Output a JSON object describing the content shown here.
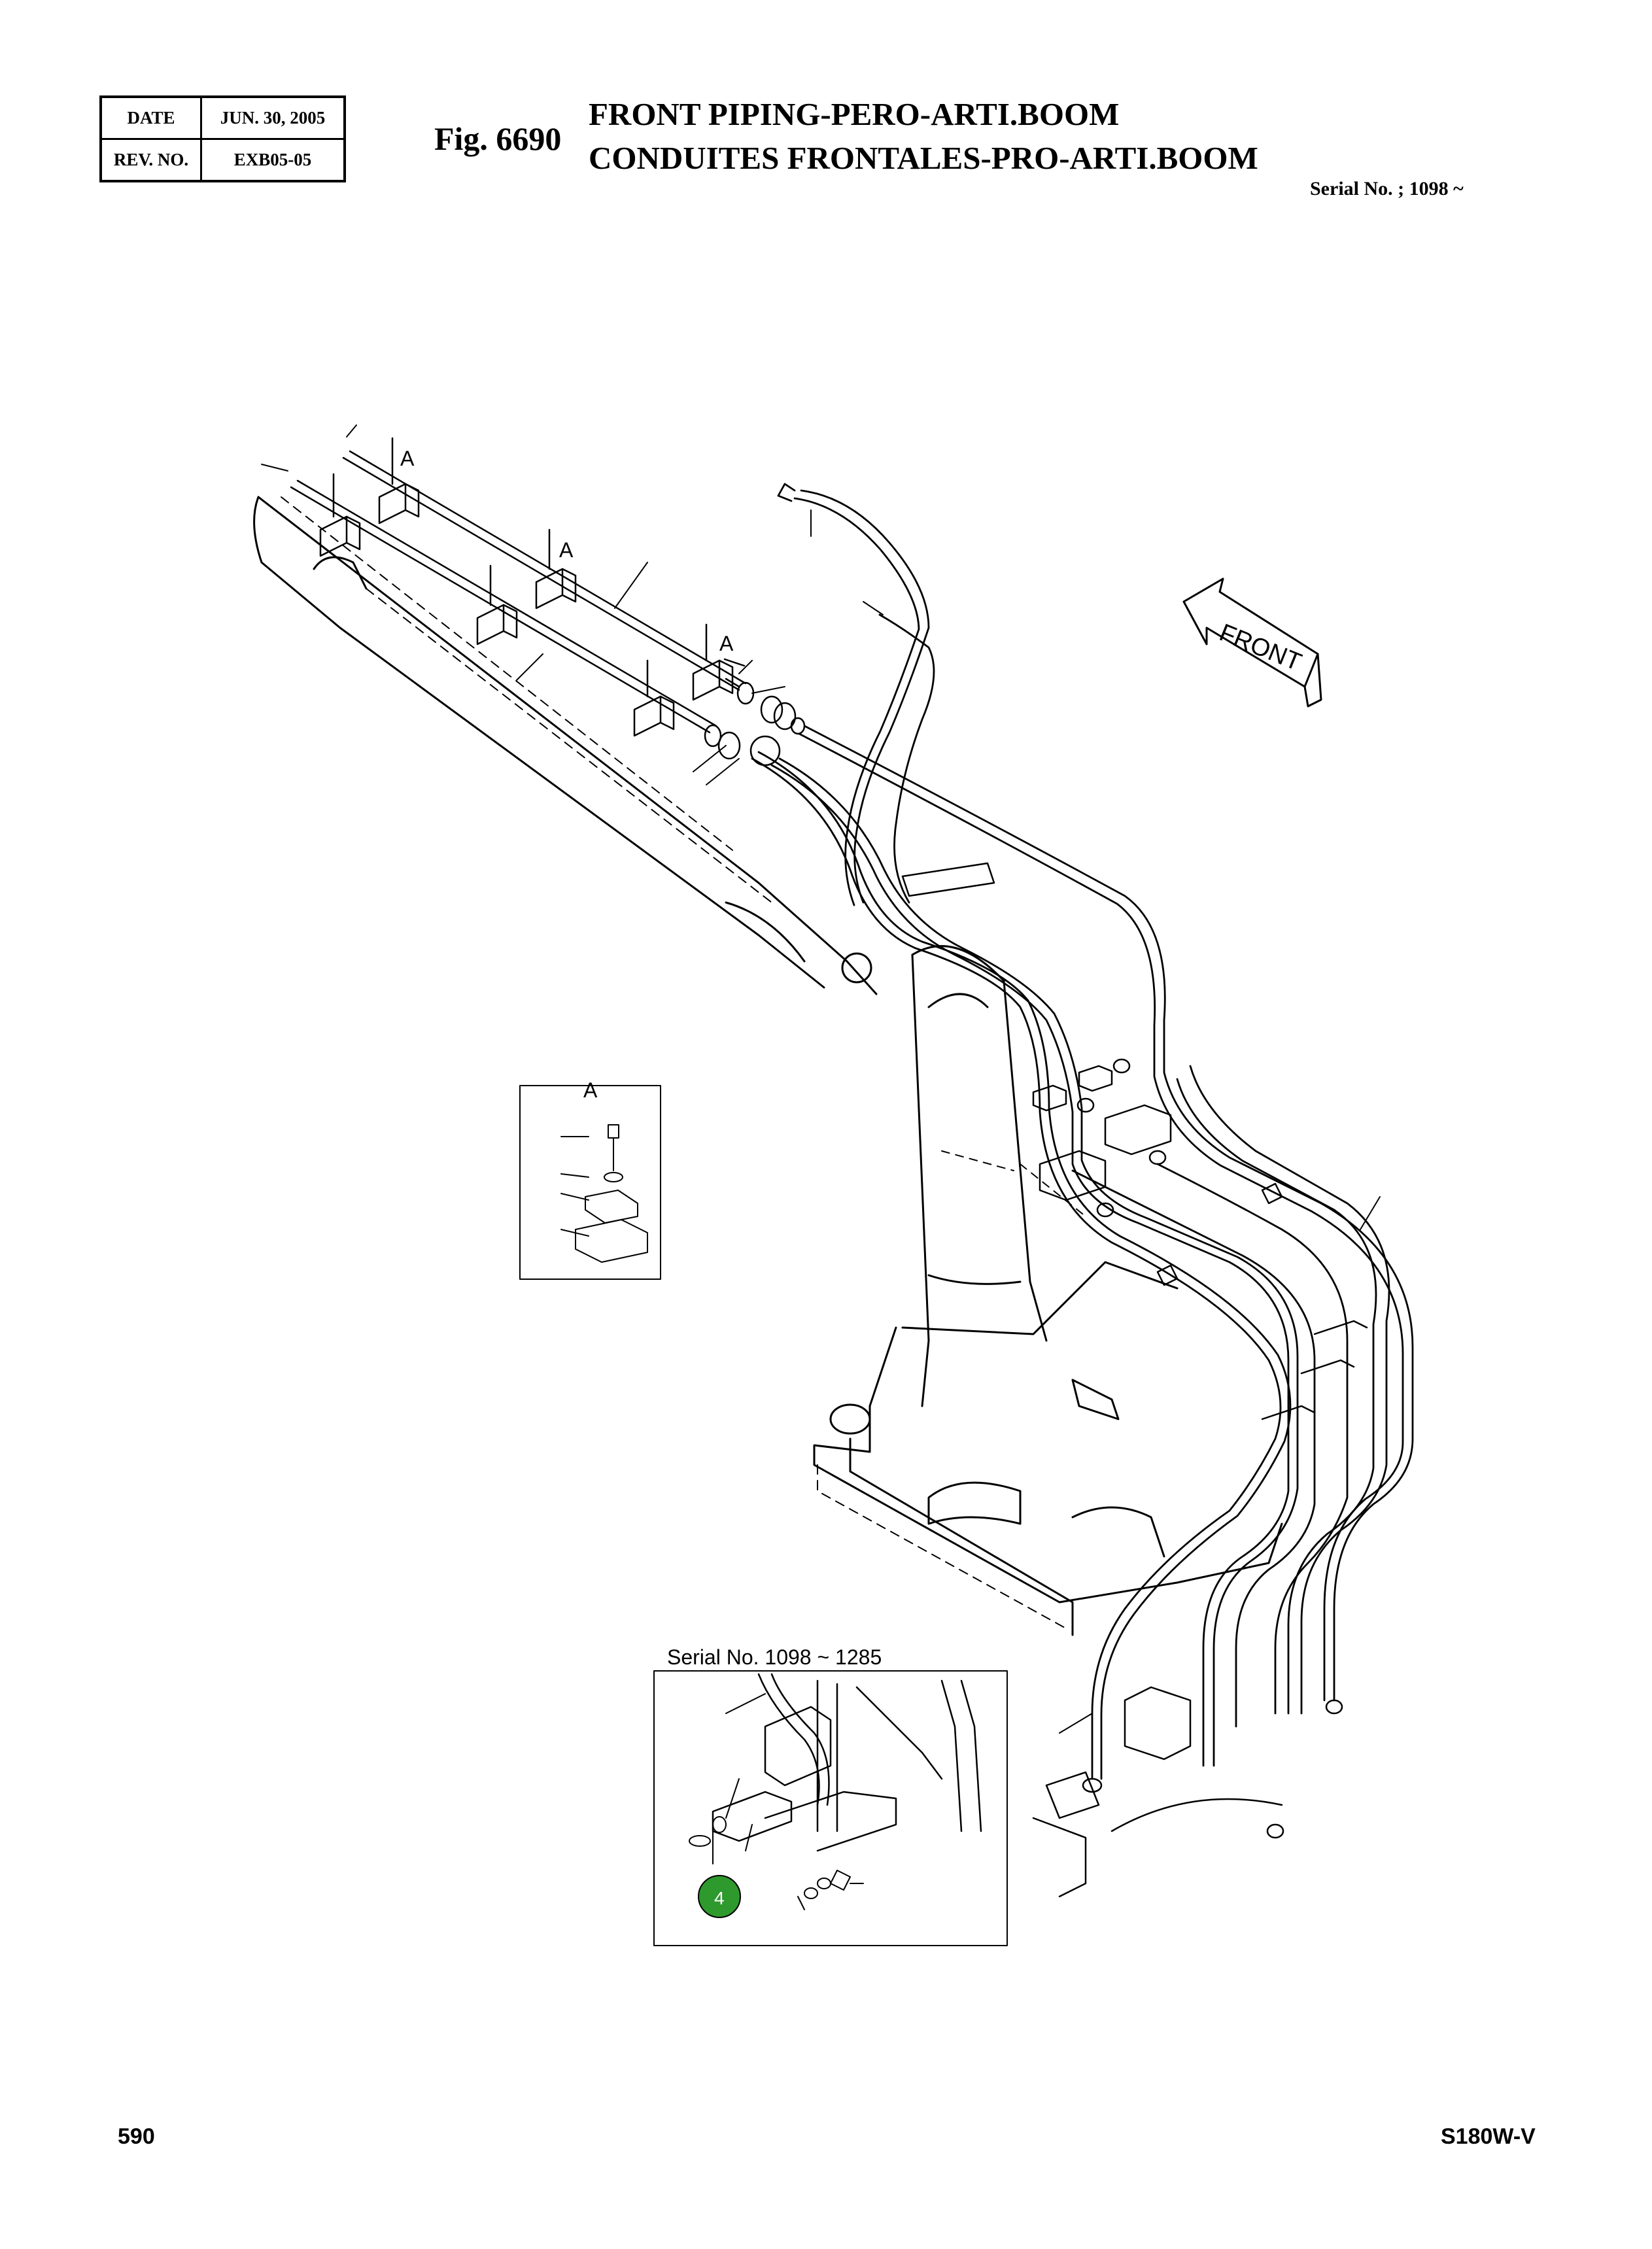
{
  "header": {
    "date_label": "DATE",
    "date_value": "JUN. 30, 2005",
    "rev_label": "REV. NO.",
    "rev_value": "EXB05-05",
    "fig_number": "Fig. 6690",
    "title_en": "FRONT PIPING-PERO-ARTI.BOOM",
    "title_fr": "CONDUITES FRONTALES-PRO-ARTI.BOOM",
    "serial": "Serial No. ; 1098 ~"
  },
  "diagram": {
    "front_label": "FRONT",
    "detail_callout": "A",
    "detail_inset_title": "A",
    "serial_inset_title": "Serial No. 1098 ~ 1285",
    "callout_number": "4",
    "callout_color": "#2e9a2e",
    "line_color": "#000000"
  },
  "footer": {
    "page_number": "590",
    "model": "S180W-V"
  }
}
